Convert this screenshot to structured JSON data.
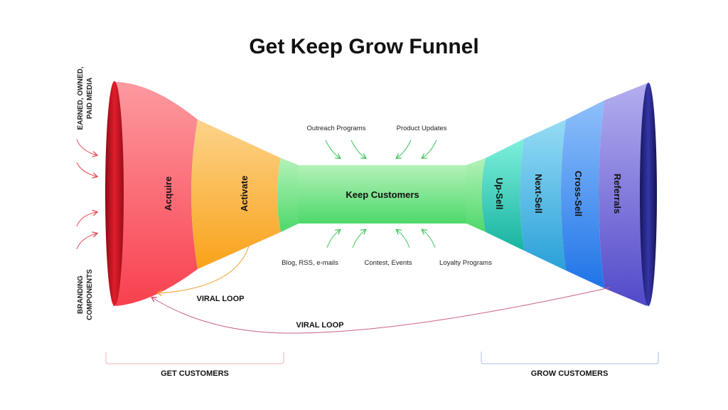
{
  "title": "Get Keep Grow Funnel",
  "side_labels": {
    "top": [
      "EARNED, OWNED,",
      "PAID MEDIA"
    ],
    "bottom": [
      "BRANDING",
      "COMPONENTS"
    ]
  },
  "segments": {
    "acquire": "Acquire",
    "activate": "Activate",
    "keep": "Keep Customers",
    "upsell": "Up-Sell",
    "nextsell": "Next-Sell",
    "crosssell": "Cross-Sell",
    "referrals": "Referrals"
  },
  "keep_inputs": {
    "top": [
      "Outreach Programs",
      "Product Updates"
    ],
    "bottom": [
      "Blog, RSS, e-mails",
      "Contest, Events",
      "Loyalty Programs"
    ]
  },
  "loops": {
    "short": "VIRAL LOOP",
    "long": "VIRAL LOOP"
  },
  "brackets": {
    "left": "GET CUSTOMERS",
    "right": "GROW CUSTOMERS"
  },
  "colors": {
    "acquire": "#fb5a66",
    "activate": "#fbae2c",
    "keep": "#67e07f",
    "upsell": "#2ec6b0",
    "nextsell": "#4cb4e4",
    "crosssell": "#3f8ff0",
    "referrals": "#6a63d6",
    "left_rim": "#c0141f",
    "right_rim": "#23237a"
  }
}
